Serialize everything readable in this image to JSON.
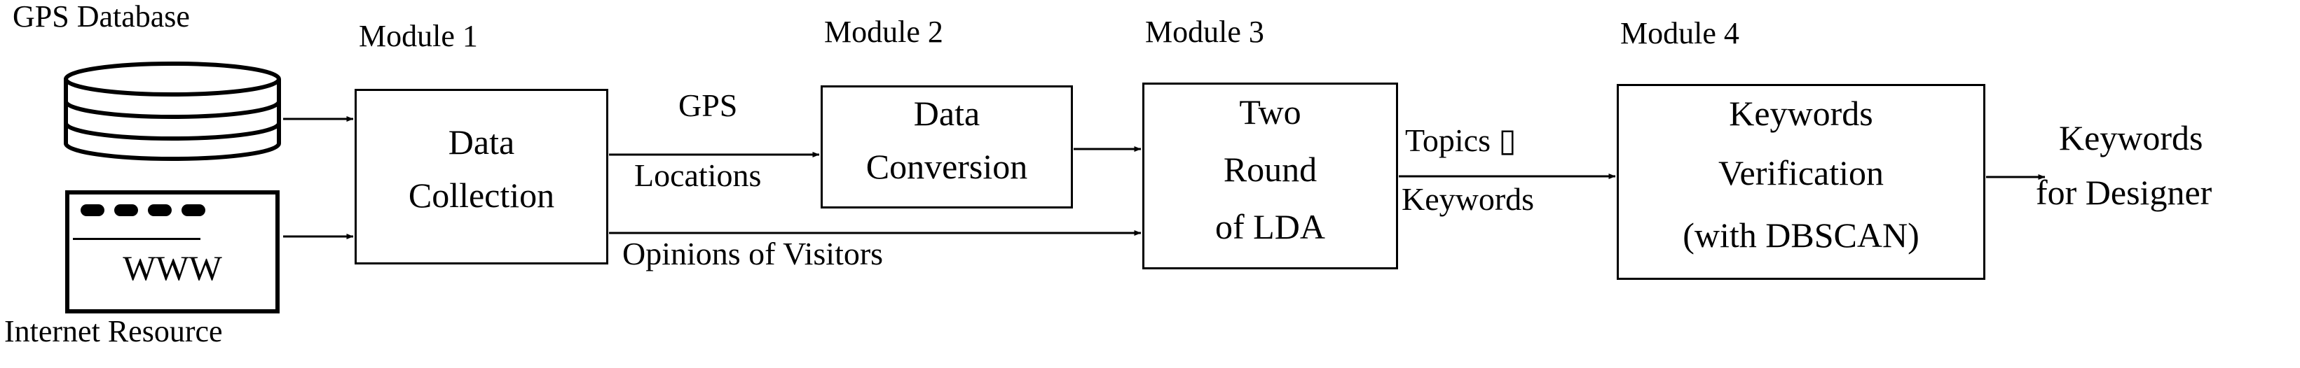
{
  "diagram": {
    "title": "Four-module keyword extraction pipeline",
    "colors": {
      "stroke": "#000000",
      "background": "#ffffff"
    },
    "sources": [
      {
        "id": "gps-database",
        "caption": "GPS Database",
        "shape": "cylinder"
      },
      {
        "id": "internet-resource",
        "caption": "Internet Resource",
        "label": "WWW",
        "shape": "browser-window"
      }
    ],
    "modules": [
      {
        "id": "module-1",
        "caption": "Module 1",
        "lines": [
          "Data",
          "Collection"
        ]
      },
      {
        "id": "module-2",
        "caption": "Module 2",
        "lines": [
          "Data",
          "Conversion"
        ]
      },
      {
        "id": "module-3",
        "caption": "Module 3",
        "lines": [
          "Two",
          "Round",
          "of LDA"
        ]
      },
      {
        "id": "module-4",
        "caption": "Module 4",
        "lines": [
          "Keywords",
          "Verification",
          "(with DBSCAN)"
        ]
      }
    ],
    "edge_labels": [
      {
        "id": "gps-locations-top",
        "text": "GPS"
      },
      {
        "id": "gps-locations-bottom",
        "text": "Locations"
      },
      {
        "id": "opinions-of-visitors",
        "text": "Opinions of Visitors"
      },
      {
        "id": "topics-top",
        "text": "Topics ▯"
      },
      {
        "id": "topics-bottom",
        "text": "Keywords"
      }
    ],
    "output": {
      "id": "keywords-for-designer",
      "lines": [
        "Keywords",
        "for Designer"
      ]
    }
  }
}
